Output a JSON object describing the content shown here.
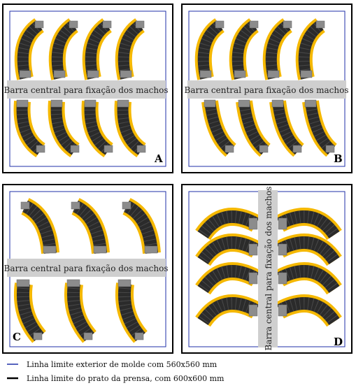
{
  "panels": [
    {
      "letter": "A",
      "bar_label": "Barra central para fixação dos machos"
    },
    {
      "letter": "B",
      "bar_label": "Barra central para fixação dos machos"
    },
    {
      "letter": "C",
      "bar_label": "Barra central para fixação dos machos"
    },
    {
      "letter": "D",
      "bar_label": "Barra central para fixação dos machos"
    }
  ],
  "legend": {
    "mold_limit": "Linha limite exterior de molde com 560x560 mm",
    "press_limit": "Linha limite do prato da prensa, com 600x600 mm"
  },
  "colors": {
    "press_border": "#000000",
    "mold_border": "#1f2fa8",
    "core_yellow": "#f5b800",
    "core_dark": "#2b2b2b",
    "clamp_gray": "#8c8c8c",
    "bar_gray": "#cfcfcf"
  }
}
